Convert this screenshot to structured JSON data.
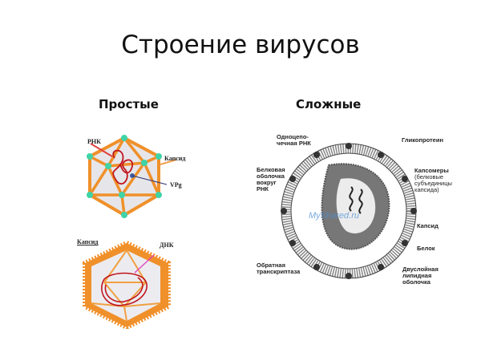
{
  "slide": {
    "title": "Строение вирусов",
    "columns": [
      {
        "heading": "Простые"
      },
      {
        "heading": "Сложные"
      }
    ]
  },
  "simple_virus_rna": {
    "labels": {
      "rna": "РНК",
      "capsid": "Капсид",
      "vpg": "VPg"
    }
  },
  "simple_virus_dna": {
    "labels": {
      "capsid": "Капсид",
      "dna": "ДНК"
    }
  },
  "complex_virus": {
    "labels": {
      "ss_rna_1": "Одноцепо-",
      "ss_rna_2": "чечная РНК",
      "protein_shell_1": "Белковая",
      "protein_shell_2": "оболочка",
      "protein_shell_3": "вокруг",
      "protein_shell_4": "РНК",
      "reverse_transcriptase_1": "Обратная",
      "reverse_transcriptase_2": "транскриптаза",
      "glycoprotein": "Гликопротеин",
      "capsomeres_1": "Капсомеры",
      "capsomeres_2": "(белковые",
      "capsomeres_3": "субъединицы",
      "capsomeres_4": "капсида)",
      "capsid": "Капсид",
      "protein": "Белок",
      "lipid_1": "Двуслойная",
      "lipid_2": "липидная",
      "lipid_3": "оболочка"
    },
    "watermark": "MyShared.ru"
  }
}
